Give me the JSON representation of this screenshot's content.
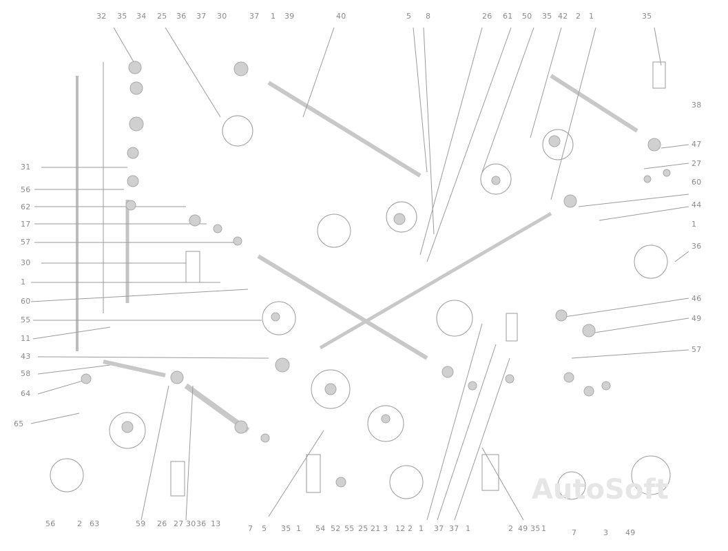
{
  "watermark": "AutoSoft",
  "labels": {
    "top": [
      "32",
      "35",
      "34",
      "25",
      "36",
      "37",
      "30",
      "37",
      "1",
      "39",
      "40",
      "5",
      "8",
      "26",
      "61",
      "50",
      "35",
      "42",
      "2",
      "1",
      "35"
    ],
    "left": [
      "31",
      "56",
      "62",
      "17",
      "57",
      "30",
      "1",
      "60",
      "55",
      "11",
      "43",
      "58",
      "64",
      "65"
    ],
    "right": [
      "38",
      "47",
      "27",
      "60",
      "44",
      "1",
      "36",
      "46",
      "49",
      "57"
    ],
    "bottom": [
      "56",
      "2",
      "63",
      "59",
      "26",
      "27",
      "30",
      "36",
      "13",
      "7",
      "5",
      "35",
      "1",
      "54",
      "52",
      "55",
      "25",
      "21",
      "3",
      "12",
      "2",
      "1",
      "37",
      "37",
      "1",
      "2",
      "49",
      "35",
      "1",
      "7",
      "3",
      "49"
    ]
  }
}
